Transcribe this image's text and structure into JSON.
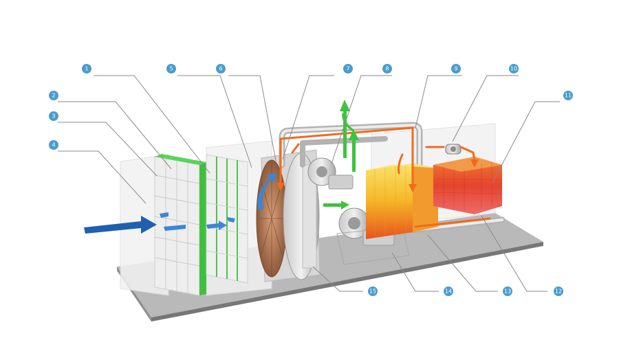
{
  "callouts": [
    {
      "label": "1"
    },
    {
      "label": "2"
    },
    {
      "label": "3"
    },
    {
      "label": "4"
    },
    {
      "label": "5"
    },
    {
      "label": "6"
    },
    {
      "label": "7"
    },
    {
      "label": "8"
    },
    {
      "label": "9"
    },
    {
      "label": "10"
    },
    {
      "label": "11"
    },
    {
      "label": "12"
    },
    {
      "label": "13"
    },
    {
      "label": "14"
    },
    {
      "label": "15"
    }
  ],
  "colors": {
    "callout_badge": "#4a9ccf",
    "leader_line": "#8a8a8a",
    "filter_green": "#3fbf3f",
    "inlet_arrow_blue": "#1f5fb0",
    "hot_orange": "#f26a1b",
    "clean_air_green": "#3cc43c",
    "base_platform": "#8c8c8c",
    "heat_block_yellow": "#f6c42a",
    "heat_block_red": "#e03a2a"
  },
  "icons": [
    "inlet-arrow",
    "exhaust-arrow",
    "rotor-wheel",
    "fan",
    "burner",
    "pipe"
  ]
}
